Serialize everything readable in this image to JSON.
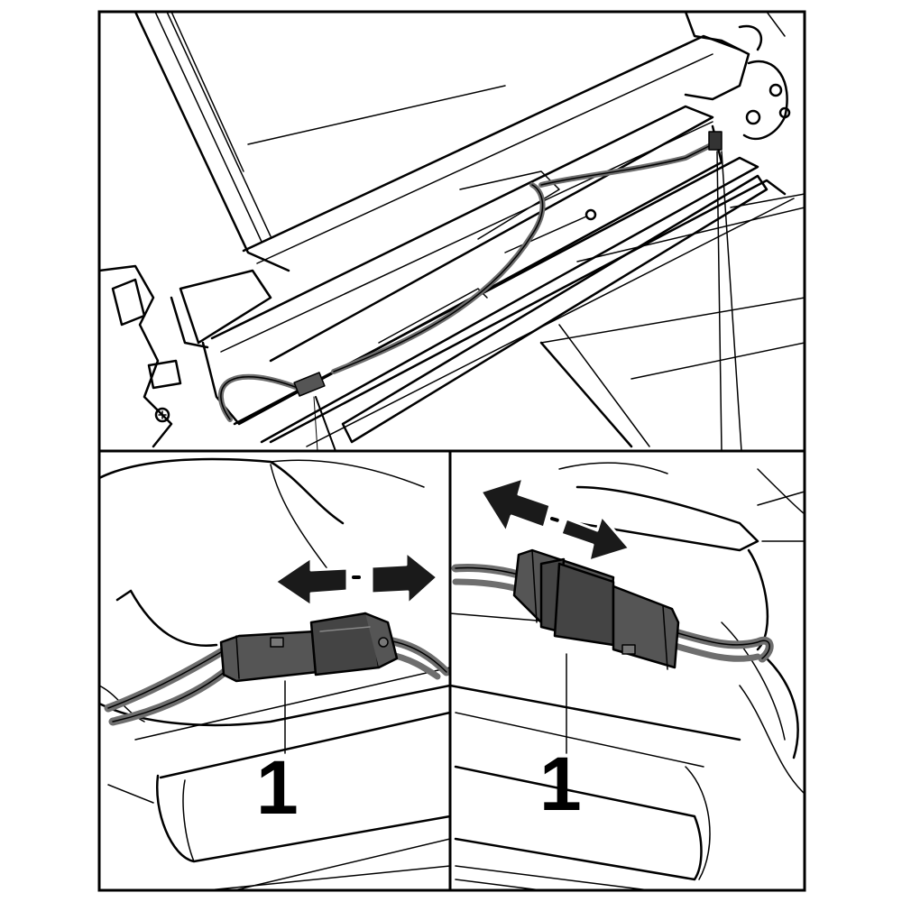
{
  "figure": {
    "panels": [
      {
        "name": "overview"
      },
      {
        "name": "detail-left",
        "callout": "1"
      },
      {
        "name": "detail-right",
        "callout": "1"
      }
    ],
    "colors": {
      "line": "#000000",
      "paper": "#ffffff",
      "connector": "#555555",
      "wire": "#6e6e6e",
      "arrow": "#1a1a1a"
    }
  }
}
